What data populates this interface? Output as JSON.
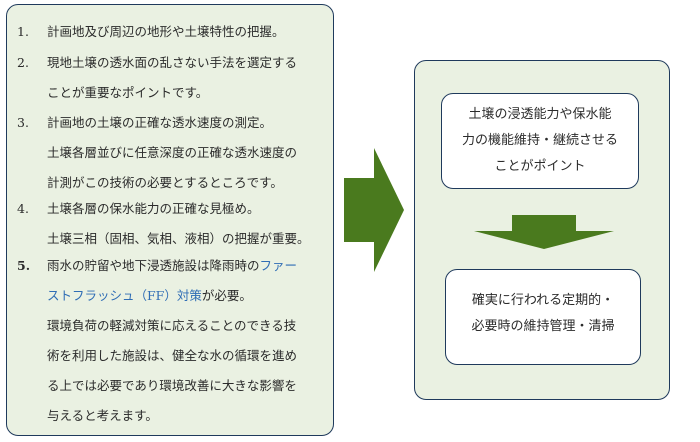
{
  "left_panel": {
    "items": [
      {
        "num": "1.",
        "lines": [
          "計画地及び周辺の地形や土壌特性の把握。"
        ]
      },
      {
        "num": "2.",
        "lines": [
          "現地土壌の透水面の乱さない手法を選定する",
          "ことが重要なポイントです。"
        ]
      },
      {
        "num": "3.",
        "lines": [
          "計画地の土壌の正確な透水速度の測定。",
          "土壌各層並びに任意深度の正確な透水速度の",
          "計測がこの技術の必要とするところです。"
        ]
      },
      {
        "num": "4.",
        "lines": [
          "土壌各層の保水能力の正確な見極め。",
          "土壌三相（固相、気相、液相）の把握が重要。"
        ]
      },
      {
        "num": "5.",
        "line1_a": "雨水の貯留や地下浸透施設は降雨時の",
        "line1_b": "ファー",
        "line2_a": "ストフラッシュ（FF）対策",
        "line2_b": "が必要。",
        "lines_rest": [
          "環境負荷の軽減対策に応えることのできる技",
          "術を利用した施設は、健全な水の循環を進め",
          "る上では必要であり環境改善に大きな影響を",
          "与えると考えます。"
        ]
      }
    ]
  },
  "right_panel": {
    "box1_lines": [
      "土壌の浸透能力や保水能",
      "力の機能維持・継続させる",
      "ことがポイント"
    ],
    "box2_lines": [
      "確実に行われる定期的・",
      "必要時の維持管理・清掃"
    ]
  },
  "colors": {
    "panel_bg": "#eaf1e2",
    "border": "#1f3a5c",
    "arrow": "#4a7a1e",
    "link": "#2f6db5"
  }
}
